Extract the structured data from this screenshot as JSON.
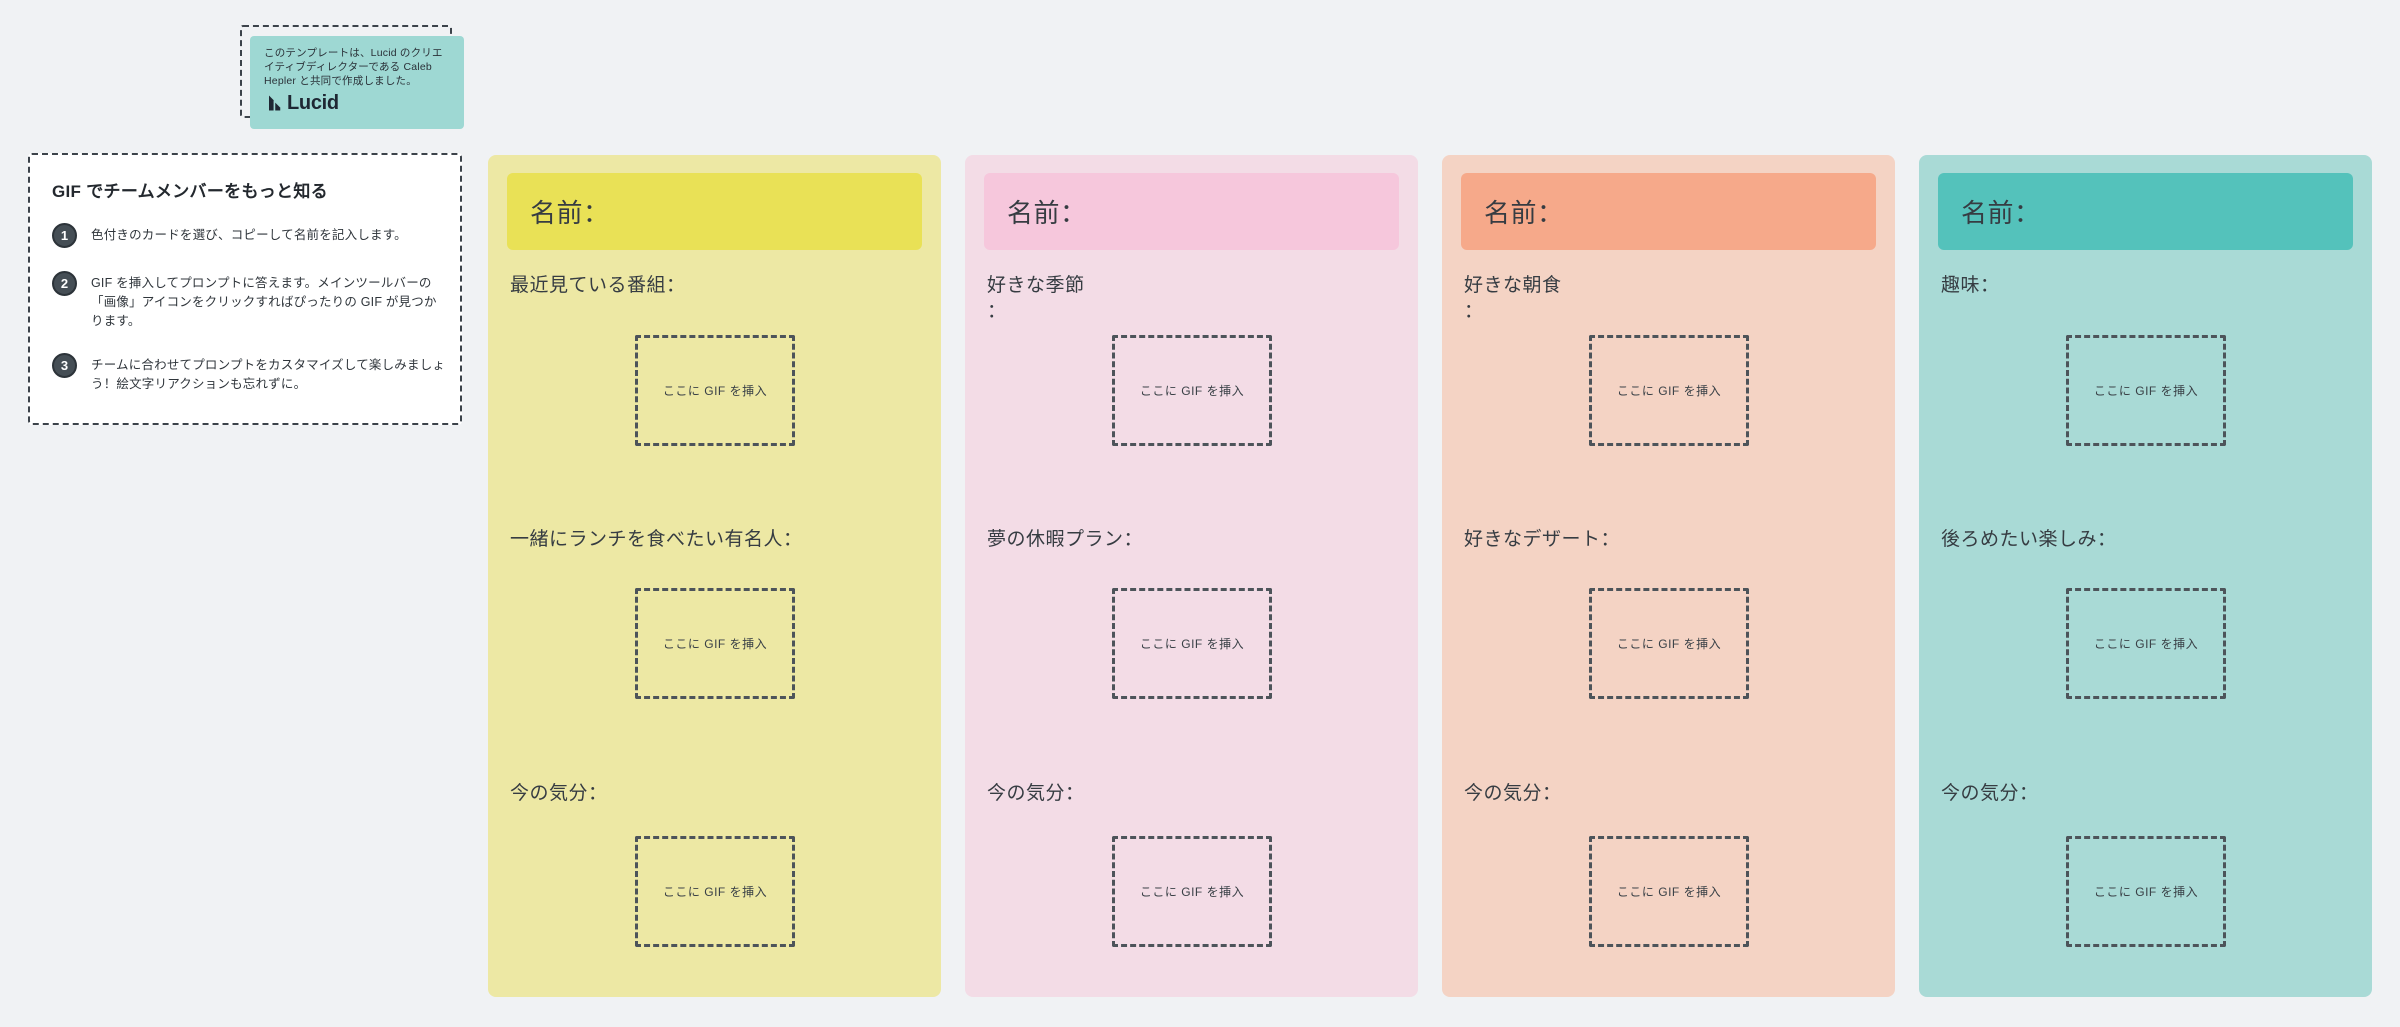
{
  "canvas": {
    "background": "#F0F2F4"
  },
  "badge": {
    "background": "#9ED8D3",
    "text": "このテンプレートは、Lucid のクリエイティブディレクターである Caleb Hepler と共同で作成しました。",
    "logo_text": "Lucid",
    "logo_color": "#1E2733"
  },
  "instructions": {
    "title": "GIF でチームメンバーをもっと知る",
    "steps": [
      {
        "number": "1",
        "text": "色付きのカードを選び、コピーして名前を記入します。"
      },
      {
        "number": "2",
        "text": "GIF を挿入してプロンプトに答えます。メインツールバーの「画像」アイコンをクリックすればぴったりの GIF が見つかります。"
      },
      {
        "number": "3",
        "text": "チームに合わせてプロンプトをカスタマイズして楽しみましょう！絵文字リアクションも忘れずに。"
      }
    ]
  },
  "gif_placeholder": "ここに GIF を挿入",
  "cards": [
    {
      "id": "yellow",
      "name_label": "名前：",
      "header_color": "#E9E156",
      "body_color": "#EDE8A4",
      "prompts": [
        "最近見ている番組：",
        "一緒にランチを食べたい有名人：",
        "今の気分："
      ]
    },
    {
      "id": "pink",
      "name_label": "名前：",
      "header_color": "#F6C7DC",
      "body_color": "#F3DCE6",
      "prompts": [
        "好きな季節\n：",
        "夢の休暇プラン：",
        "今の気分："
      ]
    },
    {
      "id": "orange",
      "name_label": "名前：",
      "header_color": "#F6A98A",
      "body_color": "#F4D3C4",
      "prompts": [
        "好きな朝食\n：",
        "好きなデザート：",
        "今の気分："
      ]
    },
    {
      "id": "teal",
      "name_label": "名前：",
      "header_color": "#54C2BB",
      "body_color": "#A9DAD6",
      "prompts": [
        "趣味：",
        "後ろめたい楽しみ：",
        "今の気分："
      ]
    }
  ]
}
